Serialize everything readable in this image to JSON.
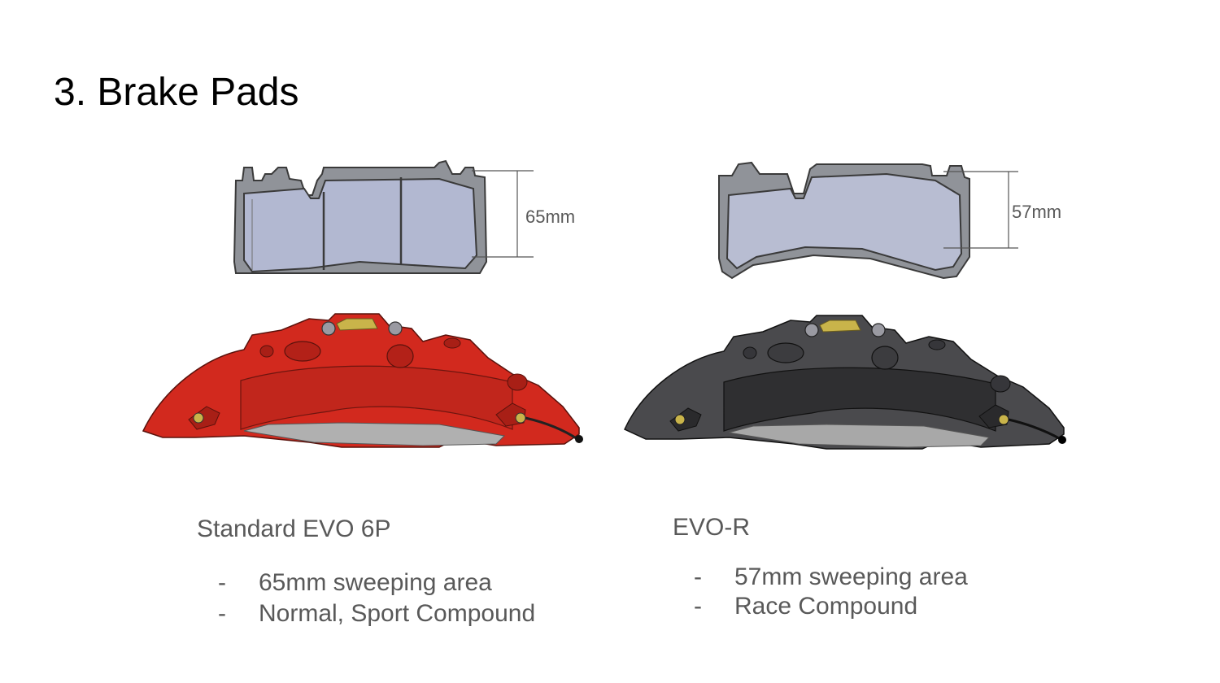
{
  "slide": {
    "title": "3. Brake Pads"
  },
  "colors": {
    "pad_fill": "#b2b8d1",
    "pad_outline": "#3a3a3a",
    "pad_backing": "#8a8d92",
    "standard_caliper": "#d2291e",
    "evo_r_caliper": "#3d3d3f",
    "text": "#595959",
    "bolt_gold": "#c9b44a"
  },
  "standard": {
    "pad_dimension": "65mm",
    "caption": "Standard EVO 6P",
    "bullet_marker": "-",
    "bullets": [
      "65mm sweeping area",
      "Normal, Sport Compound"
    ]
  },
  "evo_r": {
    "pad_dimension": "57mm",
    "caption": "EVO-R",
    "bullet_marker": "-",
    "bullets": [
      "57mm sweeping area",
      "Race Compound"
    ]
  }
}
